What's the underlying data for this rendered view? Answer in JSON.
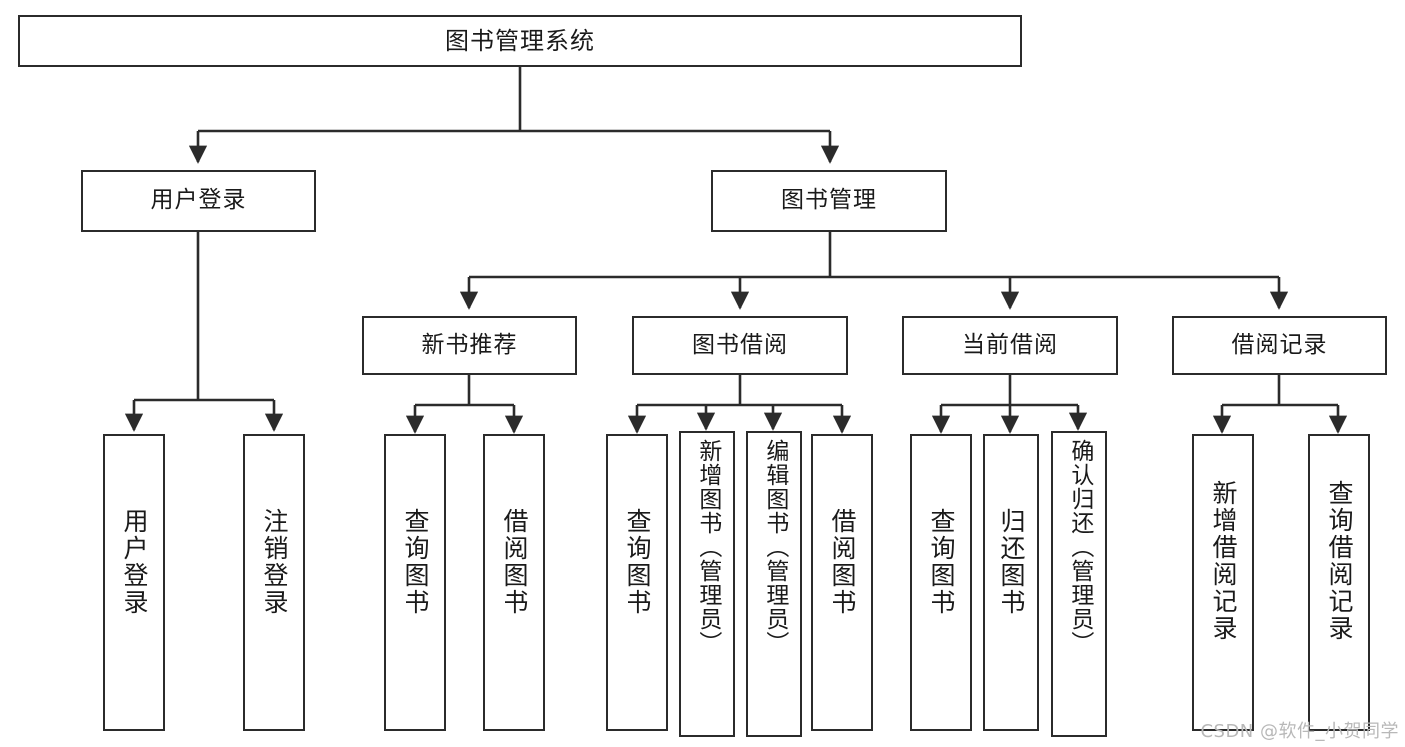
{
  "diagram": {
    "title": "图书管理系统",
    "type": "tree",
    "watermark": "CSDN @软件_小贺同学",
    "colors": {
      "box_border": "#2b2b2b",
      "box_fill": "#ffffff",
      "edge": "#2b2b2b",
      "text": "#1a1a1a",
      "watermark": "#b8b8b8"
    },
    "levels": {
      "root": {
        "label": "图书管理系统"
      },
      "level2": [
        {
          "label": "用户登录"
        },
        {
          "label": "图书管理"
        }
      ],
      "level3": [
        {
          "label": "新书推荐"
        },
        {
          "label": "图书借阅"
        },
        {
          "label": "当前借阅"
        },
        {
          "label": "借阅记录"
        }
      ]
    },
    "leaves": {
      "user_login": [
        {
          "label": "用户登录"
        },
        {
          "label": "注销登录"
        }
      ],
      "new_book_recommend": [
        {
          "label": "查询图书"
        },
        {
          "label": "借阅图书"
        }
      ],
      "book_borrow": [
        {
          "label": "查询图书"
        },
        {
          "label": "新增图书（管理员）"
        },
        {
          "label": "编辑图书（管理员）"
        },
        {
          "label": "借阅图书"
        }
      ],
      "current_borrow": [
        {
          "label": "查询图书"
        },
        {
          "label": "归还图书"
        },
        {
          "label": "确认归还（管理员）"
        }
      ],
      "borrow_record": [
        {
          "label": "新增借阅记录"
        },
        {
          "label": "查询借阅记录"
        }
      ]
    }
  }
}
